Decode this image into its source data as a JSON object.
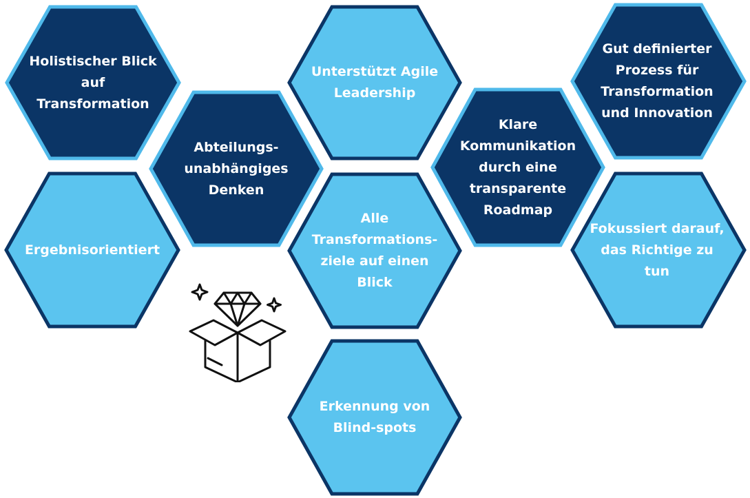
{
  "colors": {
    "dark_fill": "#0b3566",
    "dark_stroke": "#4fb9ea",
    "light_fill": "#5bc4ef",
    "light_stroke": "#0b3566",
    "icon_stroke": "#111111"
  },
  "hexagons": [
    {
      "id": "holistisch",
      "label": "Holistischer Blick\nauf\nTransformation",
      "style": "dark"
    },
    {
      "id": "abteilung",
      "label": "Abteilungs-\nunabhängiges\nDenken",
      "style": "dark"
    },
    {
      "id": "agile",
      "label": "Unterstützt Agile\nLeadership",
      "style": "light"
    },
    {
      "id": "kommunikation",
      "label": "Klare\nKommunikation\ndurch eine\ntransparente\nRoadmap",
      "style": "dark"
    },
    {
      "id": "prozess",
      "label": "Gut definierter\nProzess für\nTransformation\nund Innovation",
      "style": "dark"
    },
    {
      "id": "ergebnis",
      "label": "Ergebnisorientiert",
      "style": "light"
    },
    {
      "id": "ziele",
      "label": "Alle\nTransformations-\nziele auf einen\nBlick",
      "style": "light"
    },
    {
      "id": "fokus",
      "label": "Fokussiert darauf,\ndas Richtige zu\ntun",
      "style": "light"
    },
    {
      "id": "blindspots",
      "label": "Erkennung von\nBlind-spots",
      "style": "light"
    }
  ],
  "icon": {
    "name": "gift-box-diamond-icon"
  }
}
